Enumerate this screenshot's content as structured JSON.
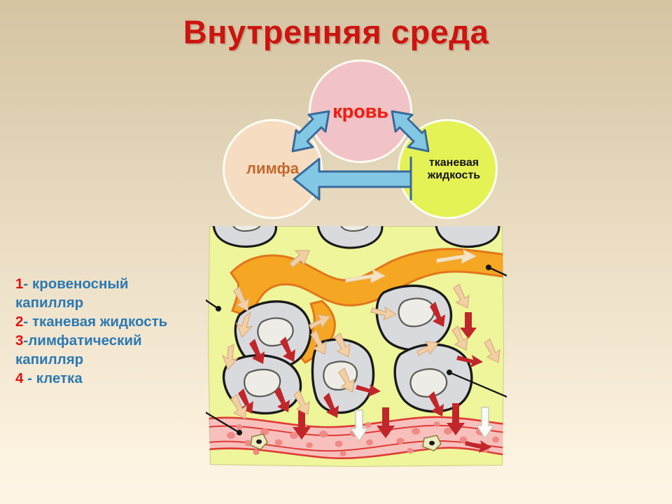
{
  "slide": {
    "title": "Внутренняя среда",
    "title_color": "#cc1410",
    "background_top": "#d4c4a2",
    "background_bottom": "#fdf5e6"
  },
  "circles": {
    "blood": {
      "label": "кровь",
      "fill": "#f2c3c6",
      "text_color": "#f31b10"
    },
    "lymph": {
      "label": "лимфа",
      "fill": "#f6ddc2",
      "text_color": "#c4682c"
    },
    "tissue_fluid": {
      "label": "тканевая\nжидкость",
      "line1": "тканевая",
      "line2": "жидкость",
      "fill": "#e5f255",
      "text_color": "#141414"
    },
    "arrow_fill": "#82c7e4",
    "arrow_stroke": "#3a6a99",
    "arrows": [
      {
        "name": "lymph-blood-double",
        "direction": "double"
      },
      {
        "name": "blood-tissue-double",
        "direction": "double"
      },
      {
        "name": "tissue-to-lymph",
        "direction": "left"
      }
    ]
  },
  "legend": {
    "items": [
      {
        "number": "1",
        "separator": "- ",
        "text": "кровеносный капилляр"
      },
      {
        "number": "2",
        "separator": "- ",
        "text": "тканевая жидкость"
      },
      {
        "number": "3",
        "separator": "-",
        "text": "лимфатический капилляр"
      },
      {
        "number": "4",
        "separator": " - ",
        "text": "клетка"
      }
    ],
    "number_color": "#e21010",
    "text_color": "#2b79b2"
  },
  "diagram": {
    "name": "tissue-cross-section",
    "background": "#eef59a",
    "callouts": [
      {
        "id": "1",
        "target": "blood-capillary"
      },
      {
        "id": "2",
        "target": "tissue-fluid"
      },
      {
        "id": "3",
        "target": "lymphatic-capillary"
      },
      {
        "id": "4",
        "target": "cell"
      }
    ],
    "colors": {
      "tissue_fluid": "#eef59a",
      "cell_body": "#d9dade",
      "cell_outline": "#1a1a1a",
      "nucleus": "#e9e9e4",
      "lymph_vessel": "#f5a623",
      "lymph_vessel_outline": "#e2761b",
      "blood_plasma": "#f7c0bd",
      "blood_outline": "#e03a34",
      "blood_cell": "#ef8a85",
      "red_arrow": "#c0262a",
      "white_arrow": "#fbfbf7",
      "pale_arrow": "#f2cfa4"
    }
  }
}
